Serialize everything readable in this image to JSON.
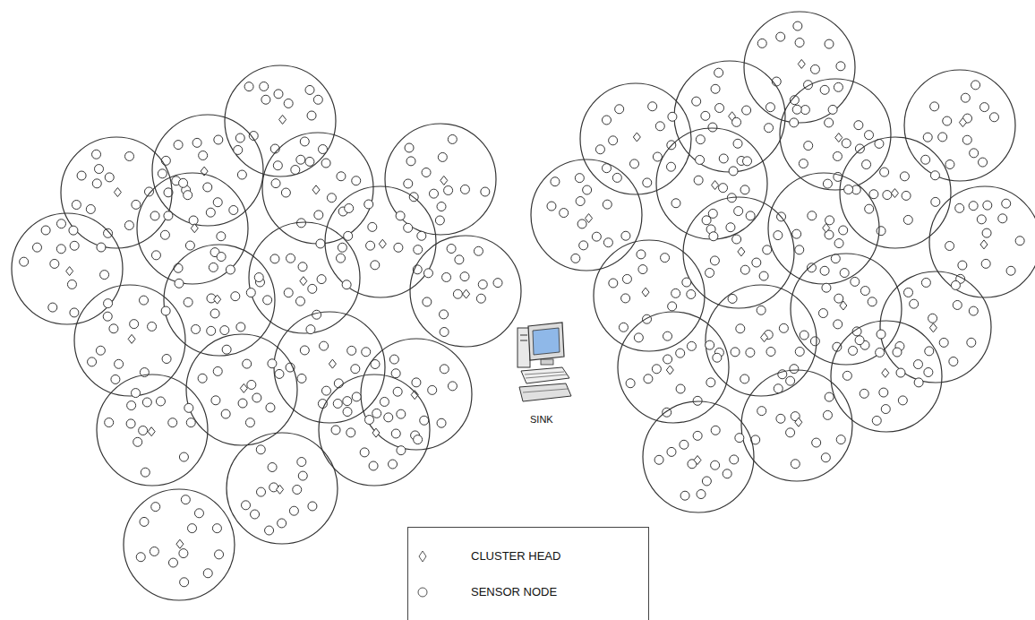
{
  "diagram": {
    "labels": [
      "SINK"
    ],
    "legend": [
      {
        "text": "CLUSTER HEAD"
      },
      {
        "text": "SENSOR NODE"
      }
    ]
  }
}
